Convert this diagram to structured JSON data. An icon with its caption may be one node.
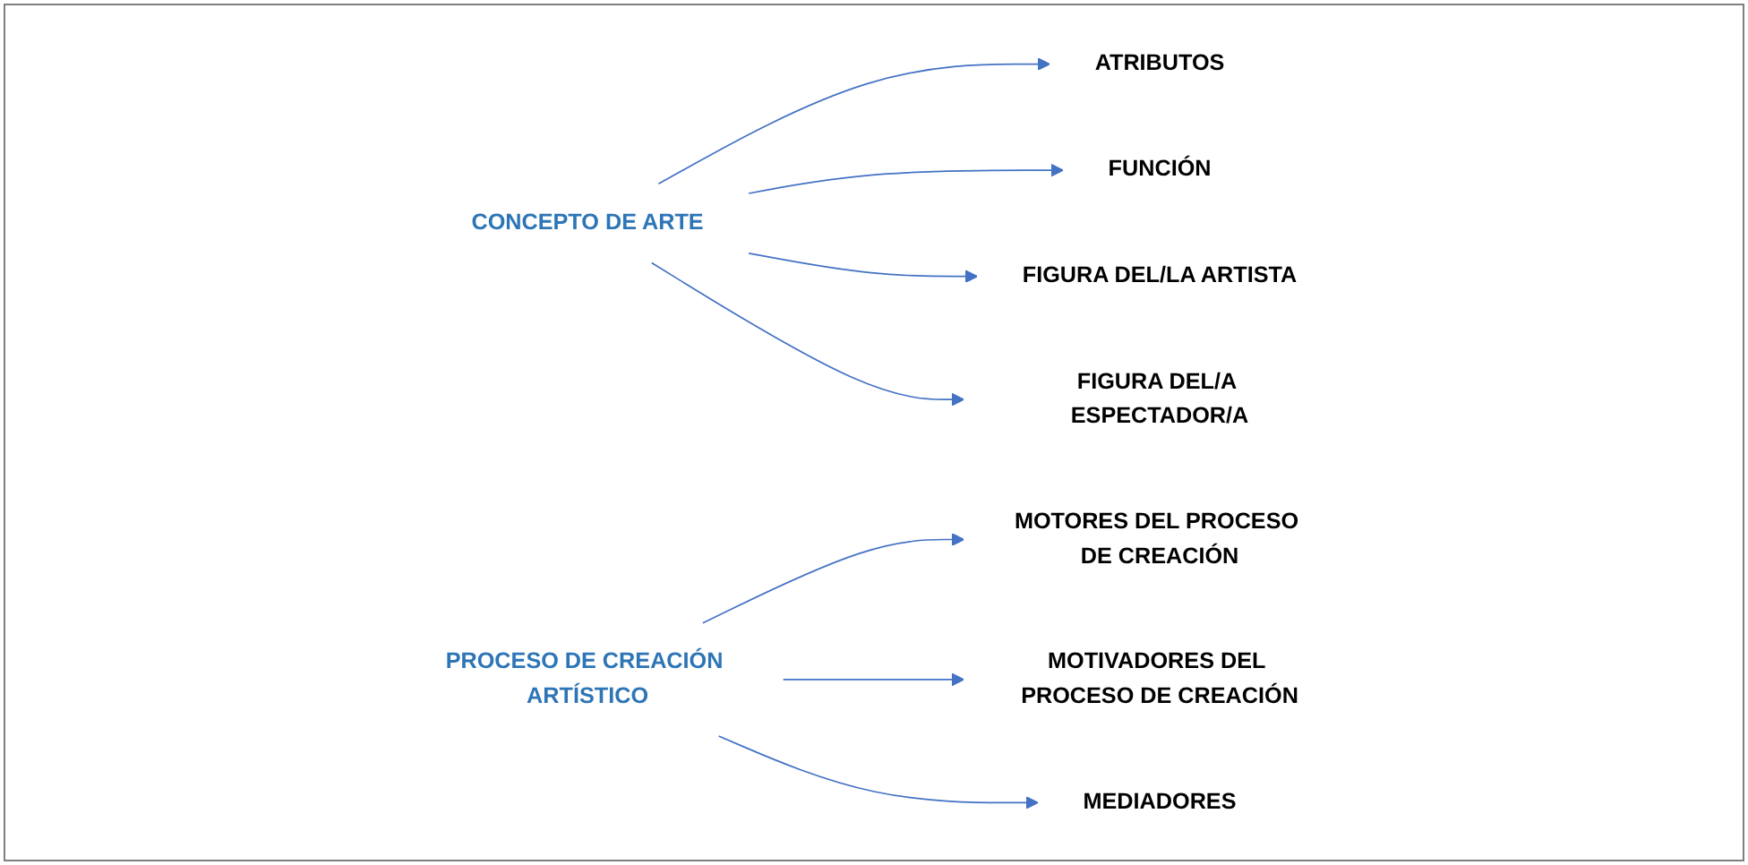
{
  "diagram": {
    "nodes": [
      {
        "text": [
          "CONCEPTO DE ARTE"
        ]
      },
      {
        "text": [
          "ATRIBUTOS"
        ]
      },
      {
        "text": [
          "FUNCIÓN"
        ]
      },
      {
        "text": [
          "FIGURA DEL/LA ARTISTA"
        ]
      },
      {
        "text": [
          "FIGURA DEL/A ESPECTADOR/A"
        ]
      },
      {
        "text": [
          "PROCESO DE CREACIÓN ARTÍSTICO"
        ]
      },
      {
        "text": [
          "MOTORES DEL PROCESO DE CREACIÓN"
        ]
      },
      {
        "text": [
          "MOTIVADORES DEL PROCESO DE CREACIÓN"
        ]
      },
      {
        "text": [
          "MEDIADORES"
        ]
      }
    ],
    "edges": [
      {
        "from": 0,
        "to": 1,
        "arrow": "to"
      },
      {
        "from": 0,
        "to": 2,
        "arrow": "to"
      },
      {
        "from": 0,
        "to": 3,
        "arrow": "to"
      },
      {
        "from": 0,
        "to": 4,
        "arrow": "to"
      },
      {
        "from": 5,
        "to": 6,
        "arrow": "to"
      },
      {
        "from": 5,
        "to": 7,
        "arrow": "to"
      },
      {
        "from": 5,
        "to": 8,
        "arrow": "to"
      }
    ]
  }
}
